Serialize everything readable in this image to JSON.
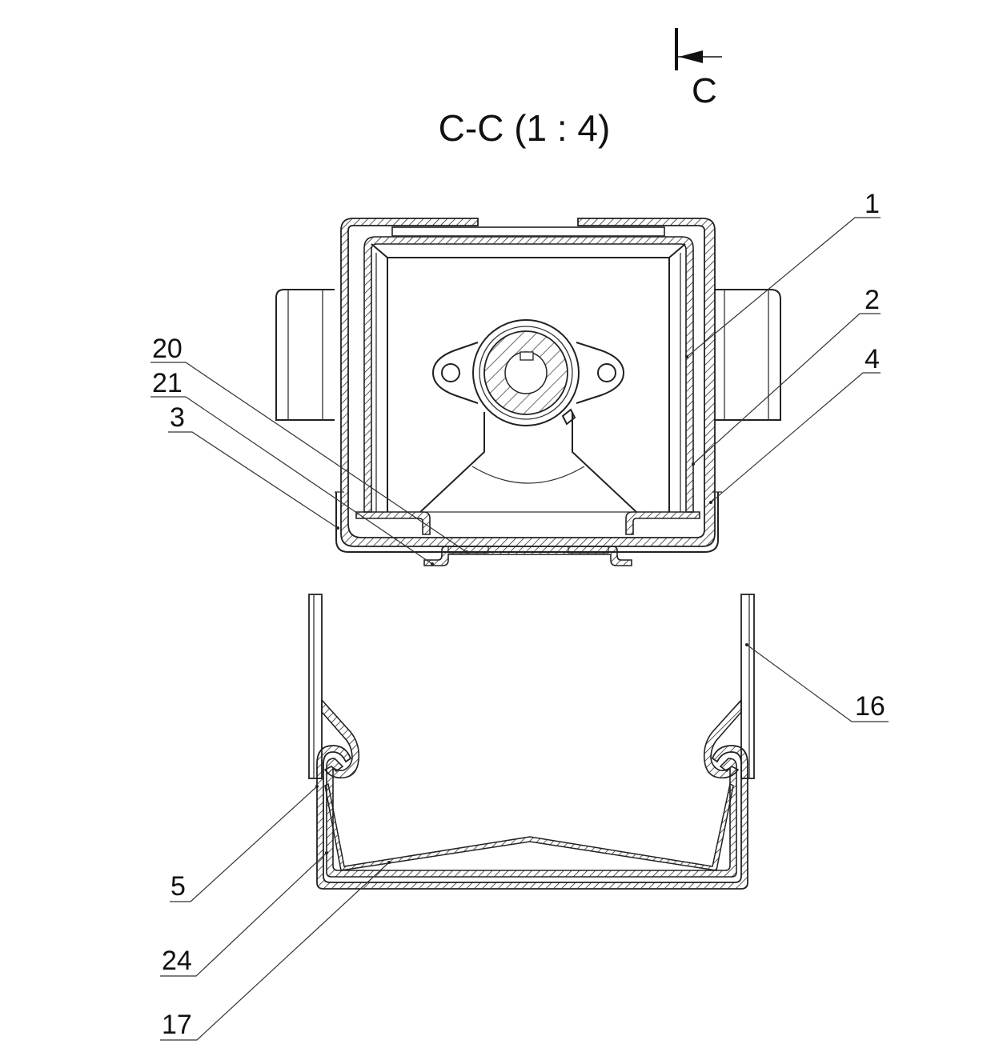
{
  "section_title": "C-C (1 : 4)",
  "view_marker": {
    "letter": "C"
  },
  "callouts": [
    {
      "id": "1",
      "label": "1"
    },
    {
      "id": "2",
      "label": "2"
    },
    {
      "id": "4",
      "label": "4"
    },
    {
      "id": "20",
      "label": "20"
    },
    {
      "id": "21",
      "label": "21"
    },
    {
      "id": "3",
      "label": "3"
    },
    {
      "id": "16",
      "label": "16"
    },
    {
      "id": "5",
      "label": "5"
    },
    {
      "id": "24",
      "label": "24"
    },
    {
      "id": "17",
      "label": "17"
    }
  ]
}
